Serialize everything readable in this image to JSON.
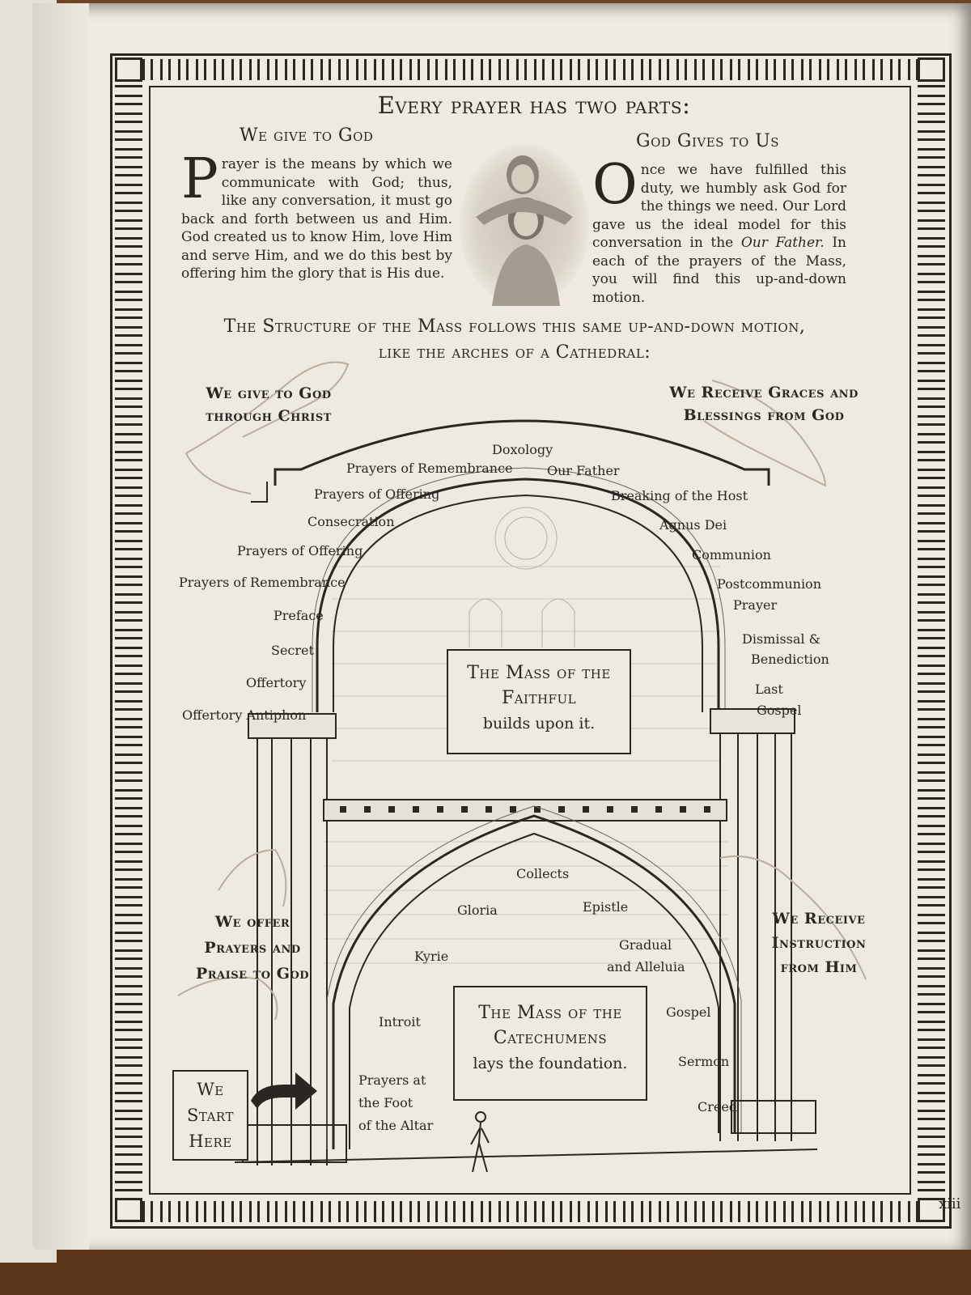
{
  "header": {
    "title": "Every prayer has two parts:",
    "left_heading": "We give to God",
    "right_heading": "God Gives to Us"
  },
  "left_paragraph": {
    "dropcap": "P",
    "text": "rayer is the means by which we communicate with God; thus, like any conversation, it must go back and forth between us and Him. God created us to know Him, love Him and serve Him, and we do this best by offering him the glory that is His due."
  },
  "right_paragraph": {
    "dropcap": "O",
    "text_before": "nce we have fulfilled this duty, we humbly ask God for the things we need. Our Lord gave us the ideal model for this conversation in the ",
    "emphasis": "Our Father.",
    "text_after": " In each of the prayers of the Mass, you will find this up-and-down motion."
  },
  "structure_heading": {
    "line1": "The Structure of the Mass follows this same up-and-down motion,",
    "line2": "like the arches of a Cathedral:"
  },
  "corner_labels": {
    "top_left": [
      "We give to God",
      "through Christ"
    ],
    "top_right": [
      "We Receive Graces and",
      "Blessings from God"
    ],
    "bottom_left": [
      "We offer",
      "Prayers and",
      "Praise to God"
    ],
    "bottom_right": [
      "We Receive",
      "Instruction",
      "from Him"
    ],
    "start": [
      "We",
      "Start",
      "Here"
    ]
  },
  "upper_arch": {
    "left_labels": [
      "Prayers of Remembrance",
      "Prayers of Offering",
      "Consecration",
      "Prayers of Offering",
      "Prayers of Remembrance",
      "Preface",
      "Secret",
      "Offertory",
      "Offertory Antiphon"
    ],
    "top_labels": [
      "Doxology",
      "Our Father"
    ],
    "right_labels": [
      "Breaking of the Host",
      "Agnus Dei",
      "Communion",
      "Postcommunion",
      "Prayer",
      "Dismissal &",
      "Benediction",
      "Last",
      "Gospel"
    ],
    "box": {
      "line1": "The Mass of the",
      "line2": "Faithful",
      "line3": "builds upon it."
    }
  },
  "lower_arch": {
    "left_labels": [
      "Gloria",
      "Kyrie",
      "Introit",
      "Prayers at",
      "the Foot",
      "of the Altar"
    ],
    "top_labels": [
      "Collects",
      "Epistle"
    ],
    "right_labels": [
      "Gradual",
      "and Alleluia",
      "Gospel",
      "Sermon",
      "Creed"
    ],
    "box": {
      "line1": "The Mass of the",
      "line2": "Catechumens",
      "line3": "lays the foundation."
    }
  },
  "page_number": "xiii",
  "colors": {
    "ink": "#2b2622",
    "paper": "#eeeae1",
    "desk": "#6b3f22",
    "sketch": "#b9ad9c"
  },
  "icons": [
    "portrait-engraving",
    "hand-icon",
    "arrow-right-icon",
    "figure-icon"
  ]
}
